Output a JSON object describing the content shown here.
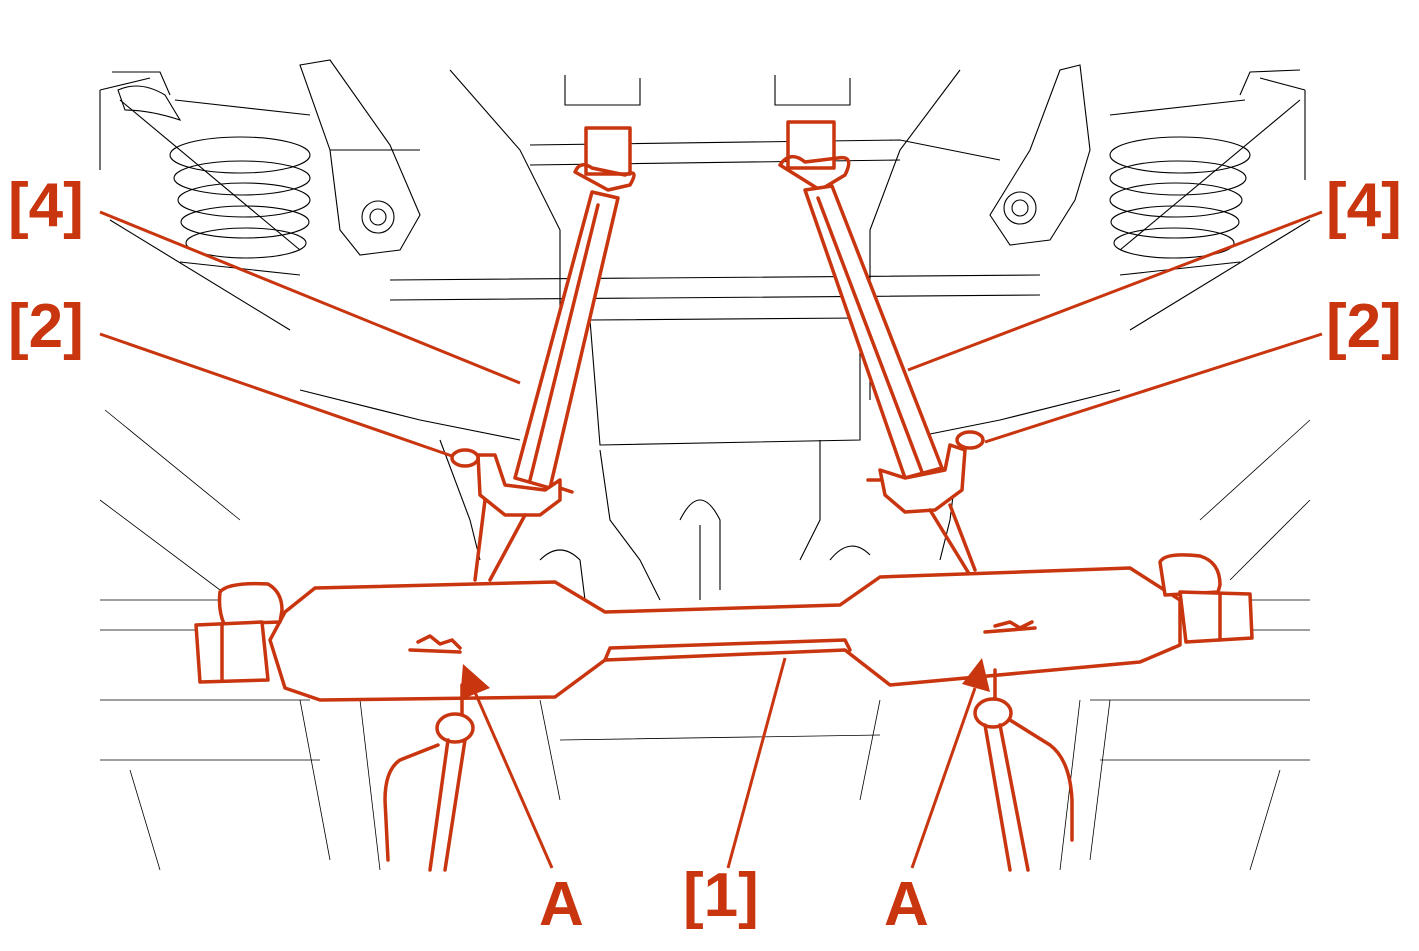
{
  "accent_color": "#c8350f",
  "line_color": "#000000",
  "callouts": {
    "tie_rod_left": "[4]",
    "tie_rod_right": "[4]",
    "pin_left": "[2]",
    "pin_right": "[2]",
    "crossbar": "[1]",
    "arrow_left": "A",
    "arrow_right": "A"
  }
}
